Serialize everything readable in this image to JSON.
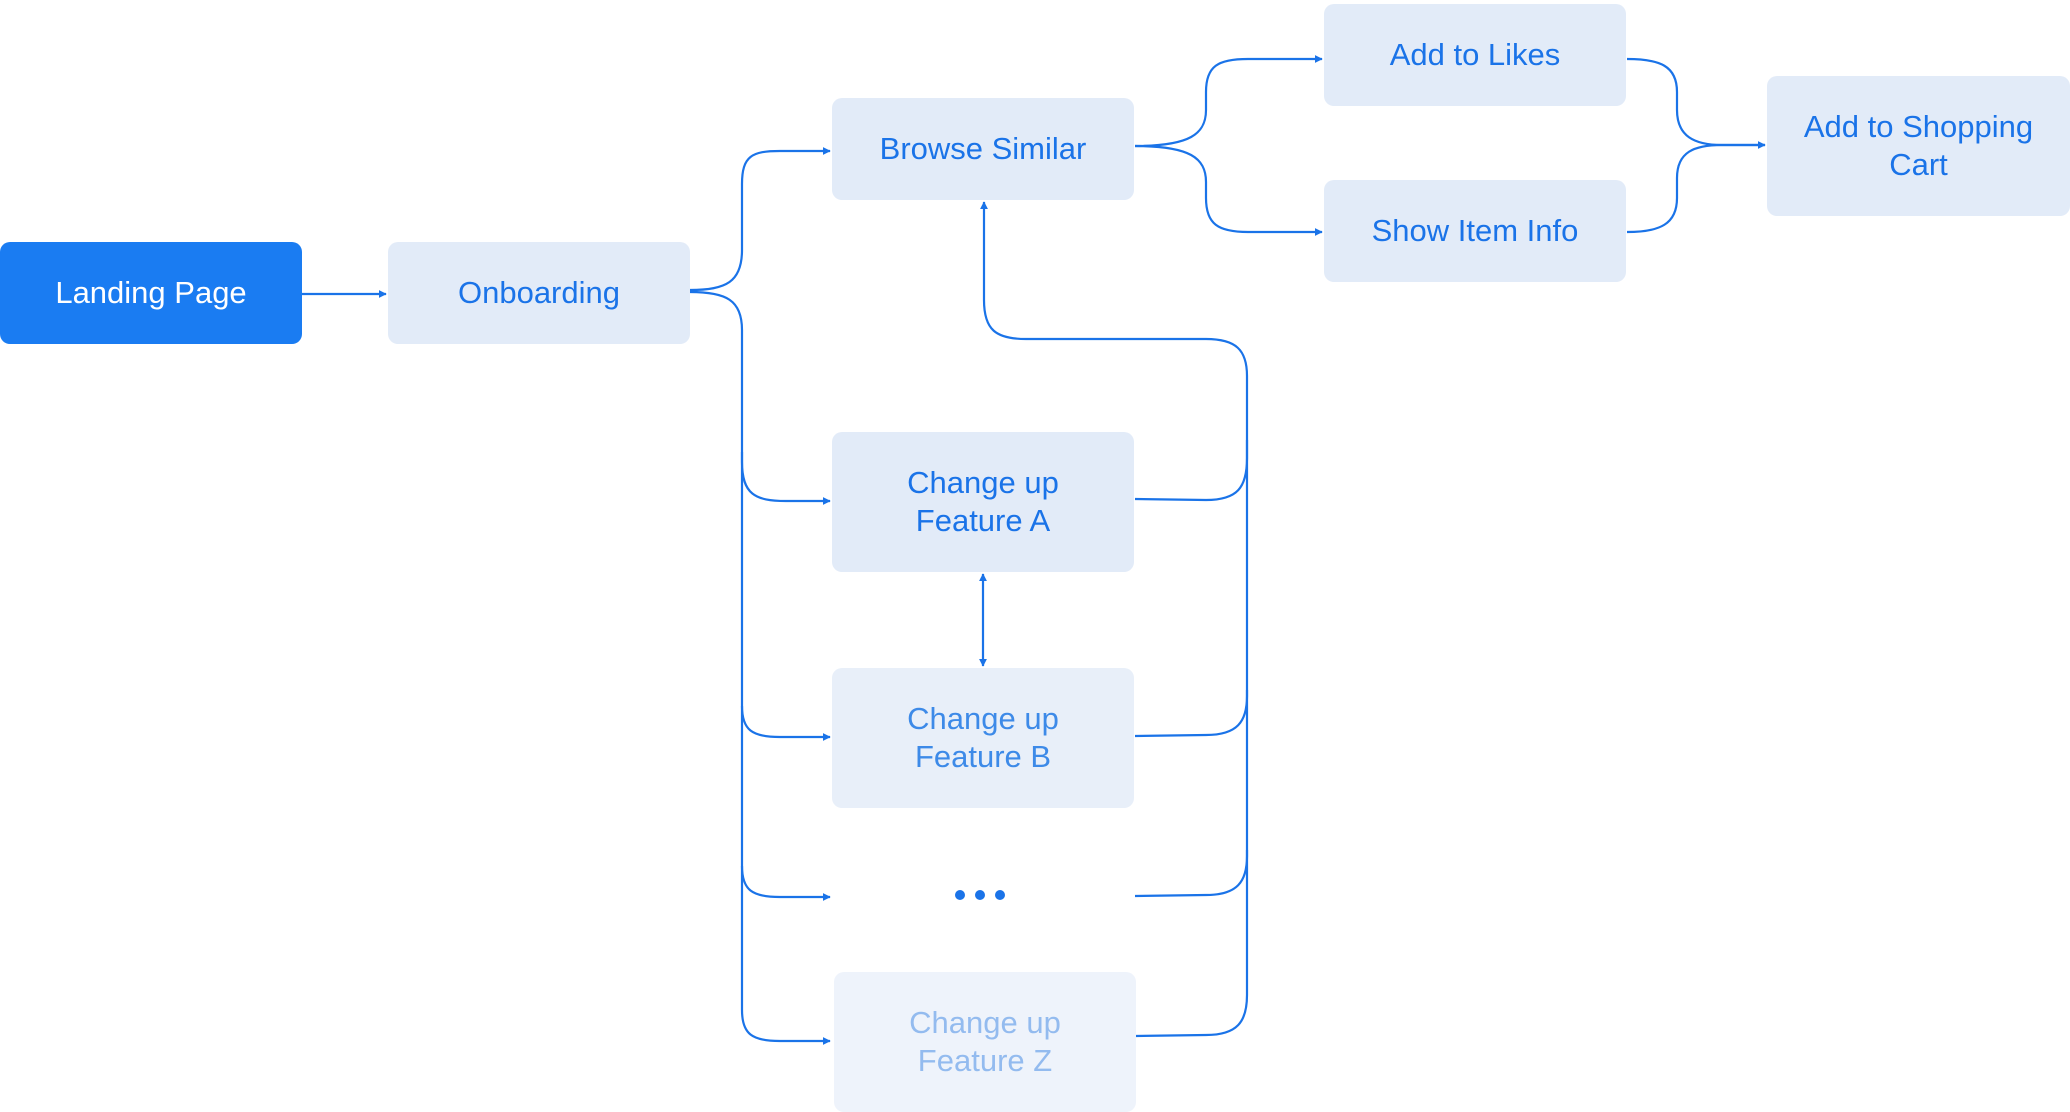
{
  "diagram": {
    "nodes": {
      "landing": "Landing Page",
      "onboarding": "Onboarding",
      "browse_similar": "Browse Similar",
      "add_to_likes": "Add to Likes",
      "show_item_info": "Show Item Info",
      "add_to_cart": "Add to Shopping\nCart",
      "feature_a": "Change up\nFeature A",
      "feature_b": "Change up\nFeature B",
      "feature_z": "Change up\nFeature Z"
    },
    "ellipsis_icon": "ellipsis-icon",
    "colors": {
      "accent": "#1a7cf2",
      "node_fill": "#e2ebf8",
      "node_text": "#1a73e8",
      "connector": "#1a73e8"
    }
  }
}
